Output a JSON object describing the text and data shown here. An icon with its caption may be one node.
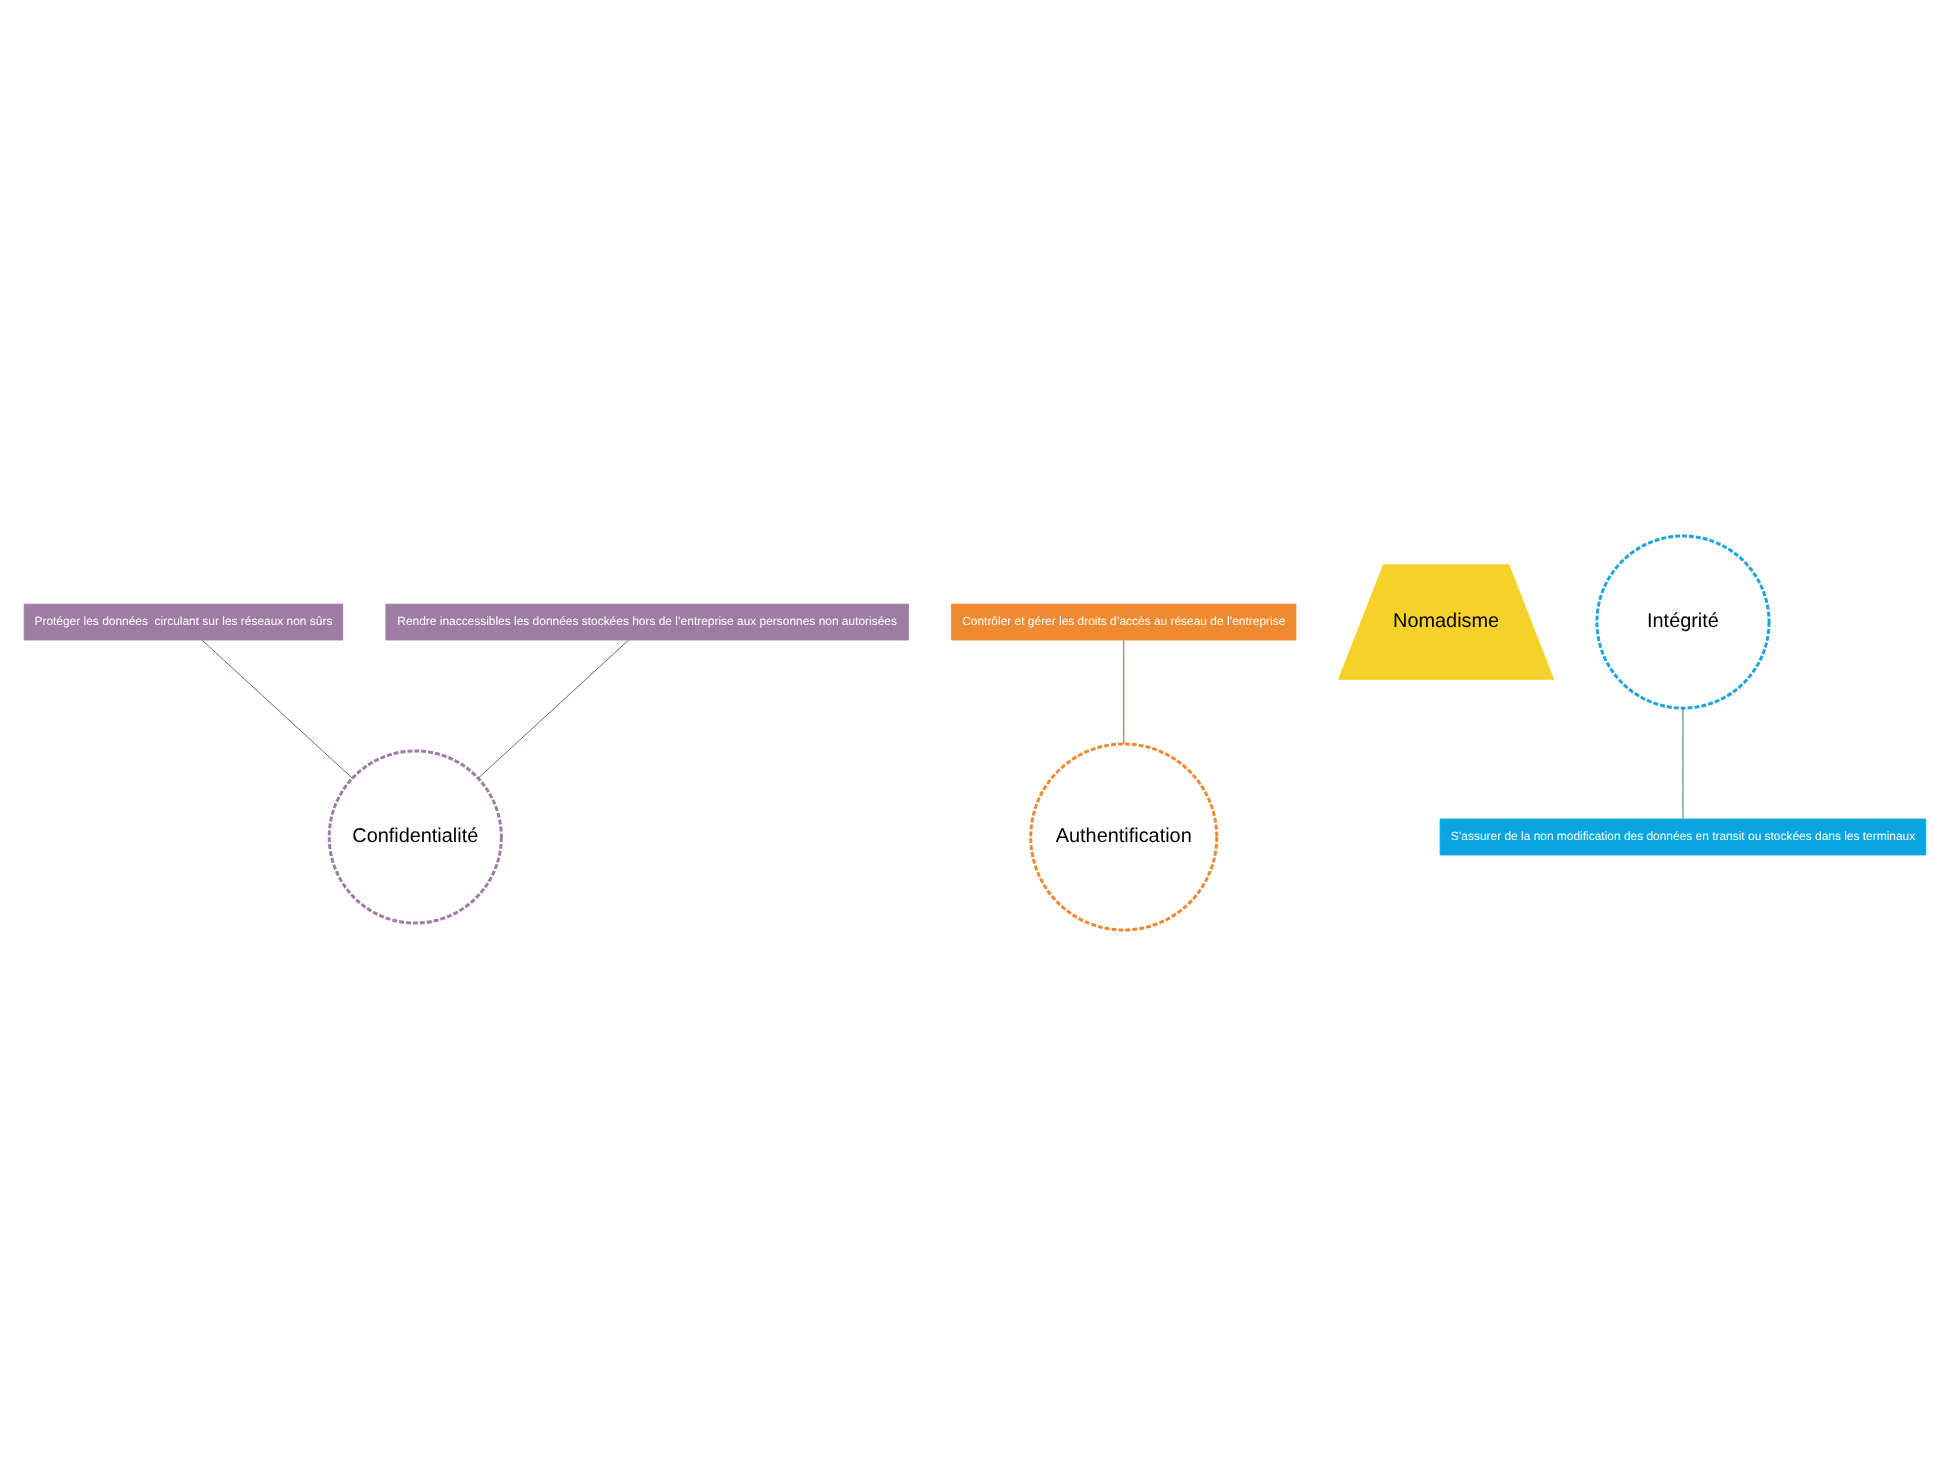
{
  "diagram": {
    "nodes": [
      {
        "text": [
          "Protéger les données  circulant sur les réseaux non sûrs"
        ]
      },
      {
        "text": [
          "Confidentialité"
        ]
      },
      {
        "text": [
          "Rendre inaccessibles les données stockées hors de l’entreprise aux personnes non autorisées"
        ]
      },
      {
        "text": [
          "Contrôler et gérer les droits d’accès au réseau de l’entreprise"
        ]
      },
      {
        "text": [
          "Nomadisme"
        ]
      },
      {
        "text": [
          "Authentification"
        ]
      },
      {
        "text": [
          "Intégrité"
        ]
      },
      {
        "text": [
          "S’assurer de la non modification des données en transit ou stockées dans les terminaux"
        ]
      }
    ],
    "edges": [
      {
        "from": 0,
        "to": 1,
        "arrow": "none",
        "color": "#7a5a8a"
      },
      {
        "from": 2,
        "to": 1,
        "arrow": "none",
        "color": "#7a5a8a"
      },
      {
        "from": 3,
        "to": 5,
        "arrow": "none",
        "color": "#a0622a"
      },
      {
        "from": 6,
        "to": 7,
        "arrow": "none",
        "color": "#2a7a9a"
      }
    ]
  }
}
